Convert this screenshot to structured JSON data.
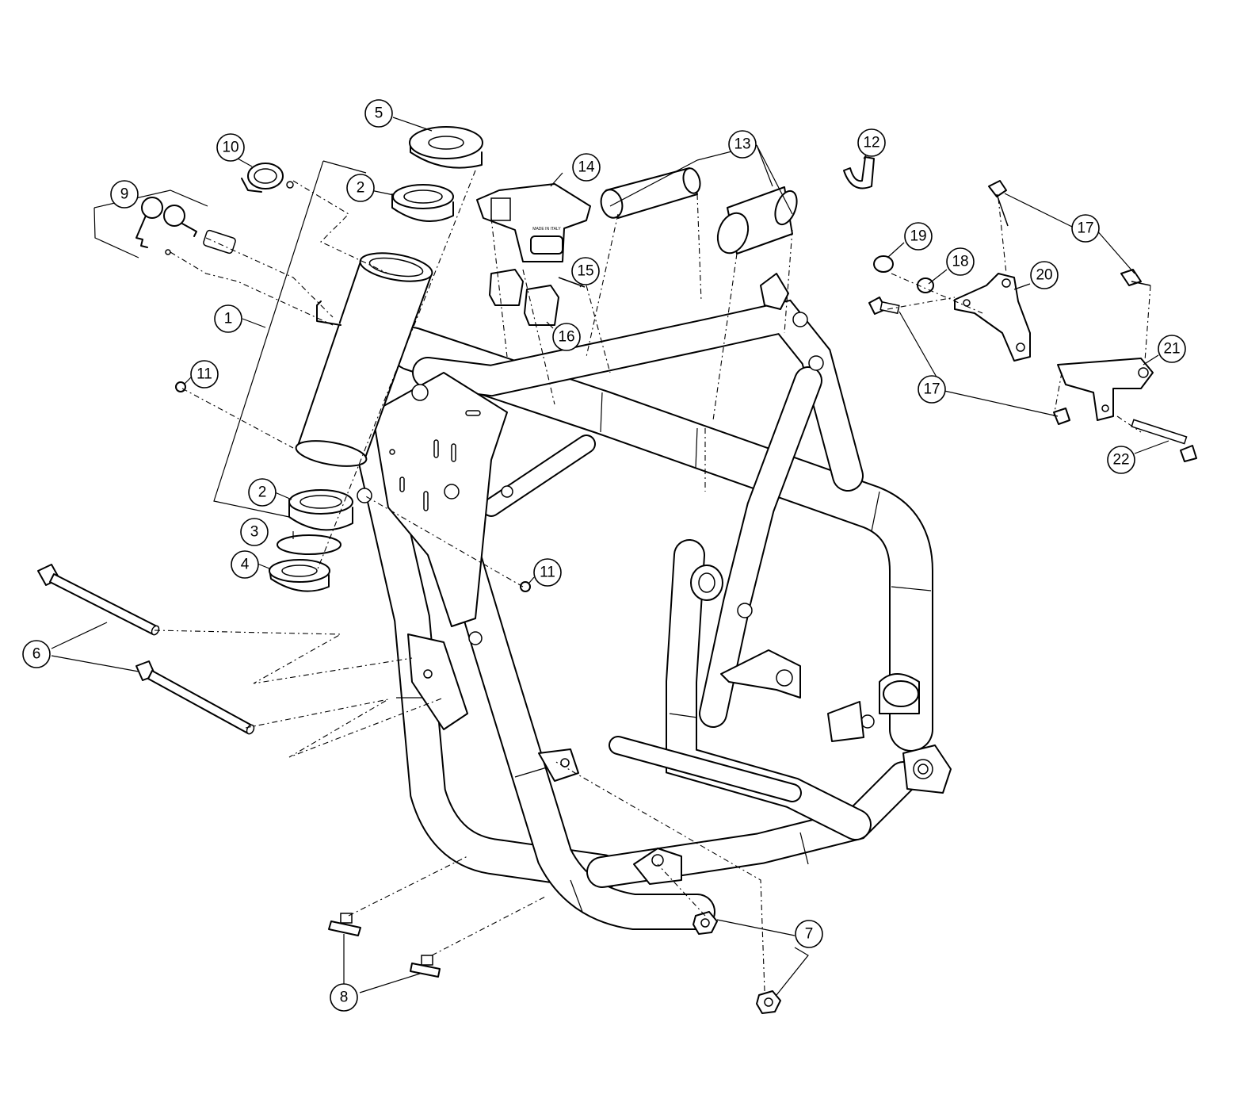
{
  "diagram": {
    "plate_text": "MADE IN ITALY",
    "callouts": [
      {
        "id": "c1",
        "label": "1"
      },
      {
        "id": "c2a",
        "label": "2"
      },
      {
        "id": "c2b",
        "label": "2"
      },
      {
        "id": "c3",
        "label": "3"
      },
      {
        "id": "c4",
        "label": "4"
      },
      {
        "id": "c5",
        "label": "5"
      },
      {
        "id": "c6",
        "label": "6"
      },
      {
        "id": "c7",
        "label": "7"
      },
      {
        "id": "c8",
        "label": "8"
      },
      {
        "id": "c9",
        "label": "9"
      },
      {
        "id": "c10",
        "label": "10"
      },
      {
        "id": "c11a",
        "label": "11"
      },
      {
        "id": "c11b",
        "label": "11"
      },
      {
        "id": "c12",
        "label": "12"
      },
      {
        "id": "c13",
        "label": "13"
      },
      {
        "id": "c14",
        "label": "14"
      },
      {
        "id": "c15",
        "label": "15"
      },
      {
        "id": "c16",
        "label": "16"
      },
      {
        "id": "c17a",
        "label": "17"
      },
      {
        "id": "c17b",
        "label": "17"
      },
      {
        "id": "c18",
        "label": "18"
      },
      {
        "id": "c19",
        "label": "19"
      },
      {
        "id": "c20",
        "label": "20"
      },
      {
        "id": "c21",
        "label": "21"
      },
      {
        "id": "c22",
        "label": "22"
      }
    ]
  }
}
